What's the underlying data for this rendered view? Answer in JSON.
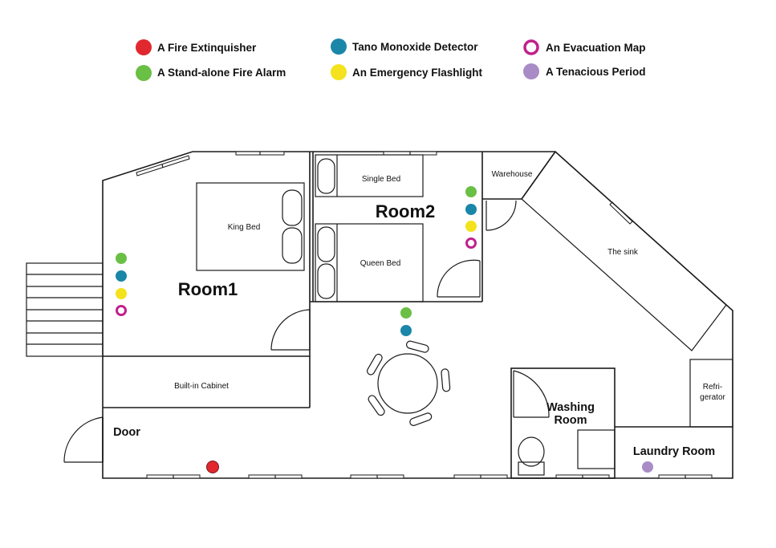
{
  "colors": {
    "extinguisher": "#e0282e",
    "alarm": "#6abf45",
    "monoxide": "#1a86a8",
    "flashlight": "#f4e21c",
    "evacuation": "#c0208c",
    "period": "#a98cc6"
  },
  "legend": {
    "extinguisher": "A Fire Extinquisher",
    "alarm": "A Stand-alone Fire Alarm",
    "monoxide": "Tano Monoxide Detector",
    "flashlight": "An Emergency Flashlight",
    "evacuation": "An Evacuation Map",
    "period": "A Tenacious Period"
  },
  "rooms": {
    "room1": "Room1",
    "room2": "Room2",
    "washing_line1": "Washing",
    "washing_line2": "Room",
    "laundry": "Laundry Room",
    "door": "Door"
  },
  "furniture": {
    "king_bed": "King Bed",
    "single_bed": "Single Bed",
    "queen_bed": "Queen Bed",
    "cabinet": "Built-in Cabinet",
    "warehouse": "Warehouse",
    "sink": "The sink",
    "fridge_line1": "Refri-",
    "fridge_line2": "gerator"
  }
}
